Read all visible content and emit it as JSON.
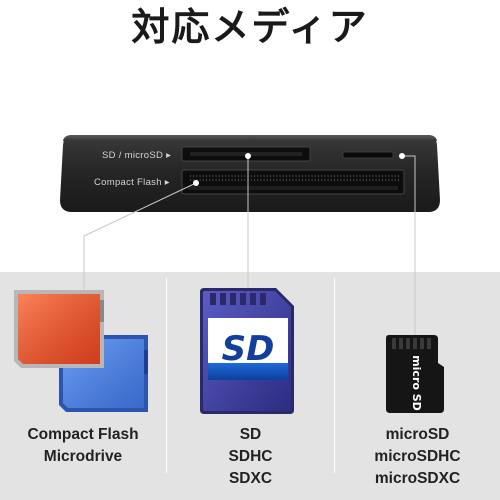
{
  "title": "対応メディア",
  "device": {
    "slot1_label": "SD / microSD ▸",
    "slot2_label": "Compact Flash ▸"
  },
  "media": [
    {
      "name": "compact-flash",
      "lines": [
        "Compact Flash",
        "Microdrive"
      ]
    },
    {
      "name": "sd",
      "lines": [
        "SD",
        "SDHC",
        "SDXC"
      ]
    },
    {
      "name": "microsd",
      "lines": [
        "microSD",
        "microSDHC",
        "microSDXC"
      ]
    }
  ],
  "card_logos": {
    "sd": "SD",
    "microsd": "micro SD"
  },
  "colors": {
    "cf_front": "#e0553a",
    "cf_back": "#3a64c8",
    "sd_body": "#3d3d9a",
    "microsd_body": "#111111",
    "panel_bg": "#e3e3e3",
    "reader_body": "#2a2a2a"
  }
}
